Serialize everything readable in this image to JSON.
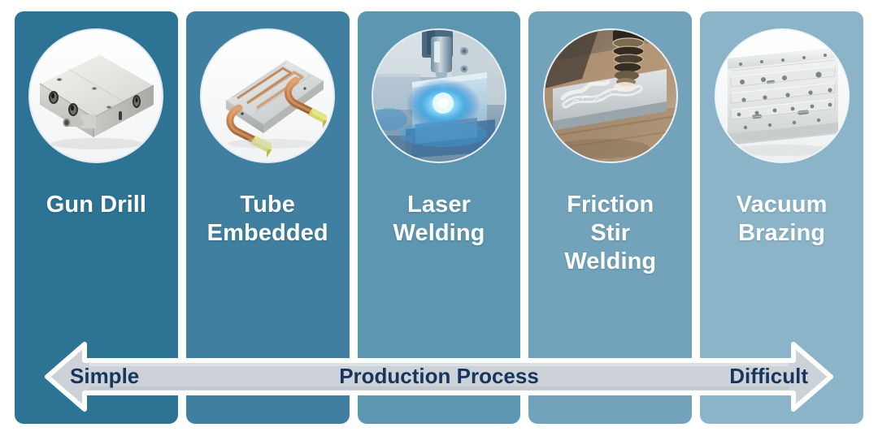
{
  "figure": {
    "title": "Production Process",
    "panel_count": 5
  },
  "panels": [
    {
      "label": "Gun Drill",
      "image_name": "gun-drilled-cold-plate-photo",
      "color": "#2d7393"
    },
    {
      "label": "Tube\nEmbedded",
      "image_name": "tube-embedded-cold-plate-photo",
      "color": "#407f9f"
    },
    {
      "label": "Laser\nWelding",
      "image_name": "laser-welding-machine-photo",
      "color": "#5d96b0"
    },
    {
      "label": "Friction\nStir\nWelding",
      "image_name": "friction-stir-welding-photo",
      "color": "#73a3ba"
    },
    {
      "label": "Vacuum\nBrazing",
      "image_name": "vacuum-brazed-cold-plate-photo",
      "color": "#8cb4c8"
    }
  ],
  "scale_arrow": {
    "left_label": "Simple",
    "center_label": "Production Process",
    "right_label": "Difficult",
    "band_color": "#ccd2d8",
    "outline_color": "#ffffff",
    "text_color": "#17365d",
    "direction": "bidirectional"
  }
}
